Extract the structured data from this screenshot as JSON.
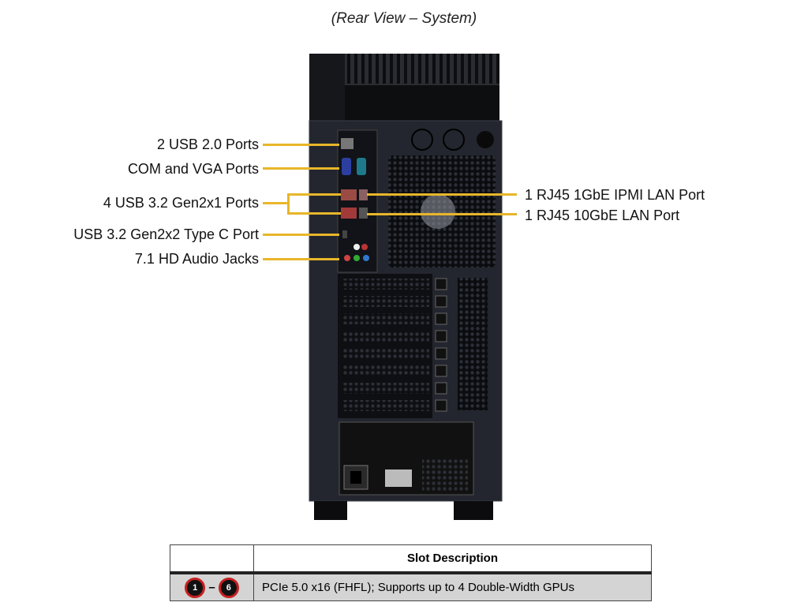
{
  "title": "(Rear View – System)",
  "left_labels": [
    "2 USB 2.0 Ports",
    "COM and VGA Ports",
    "4 USB 3.2 Gen2x1  Ports",
    "USB 3.2 Gen2x2  Type C Port",
    "7.1 HD Audio Jacks"
  ],
  "right_labels": [
    "1 RJ45  1GbE IPMI  LAN Port",
    "1 RJ45  10GbE LAN Port"
  ],
  "table": {
    "header": "Slot Description",
    "badge_start": "1",
    "dash": "–",
    "badge_end": "6",
    "description": "PCIe 5.0 x16 (FHFL);  Supports up to 4 Double-Width  GPUs"
  },
  "colors": {
    "leader": "#e8b62a",
    "badge_ring": "#c62020",
    "chassis": "#1e2128"
  }
}
